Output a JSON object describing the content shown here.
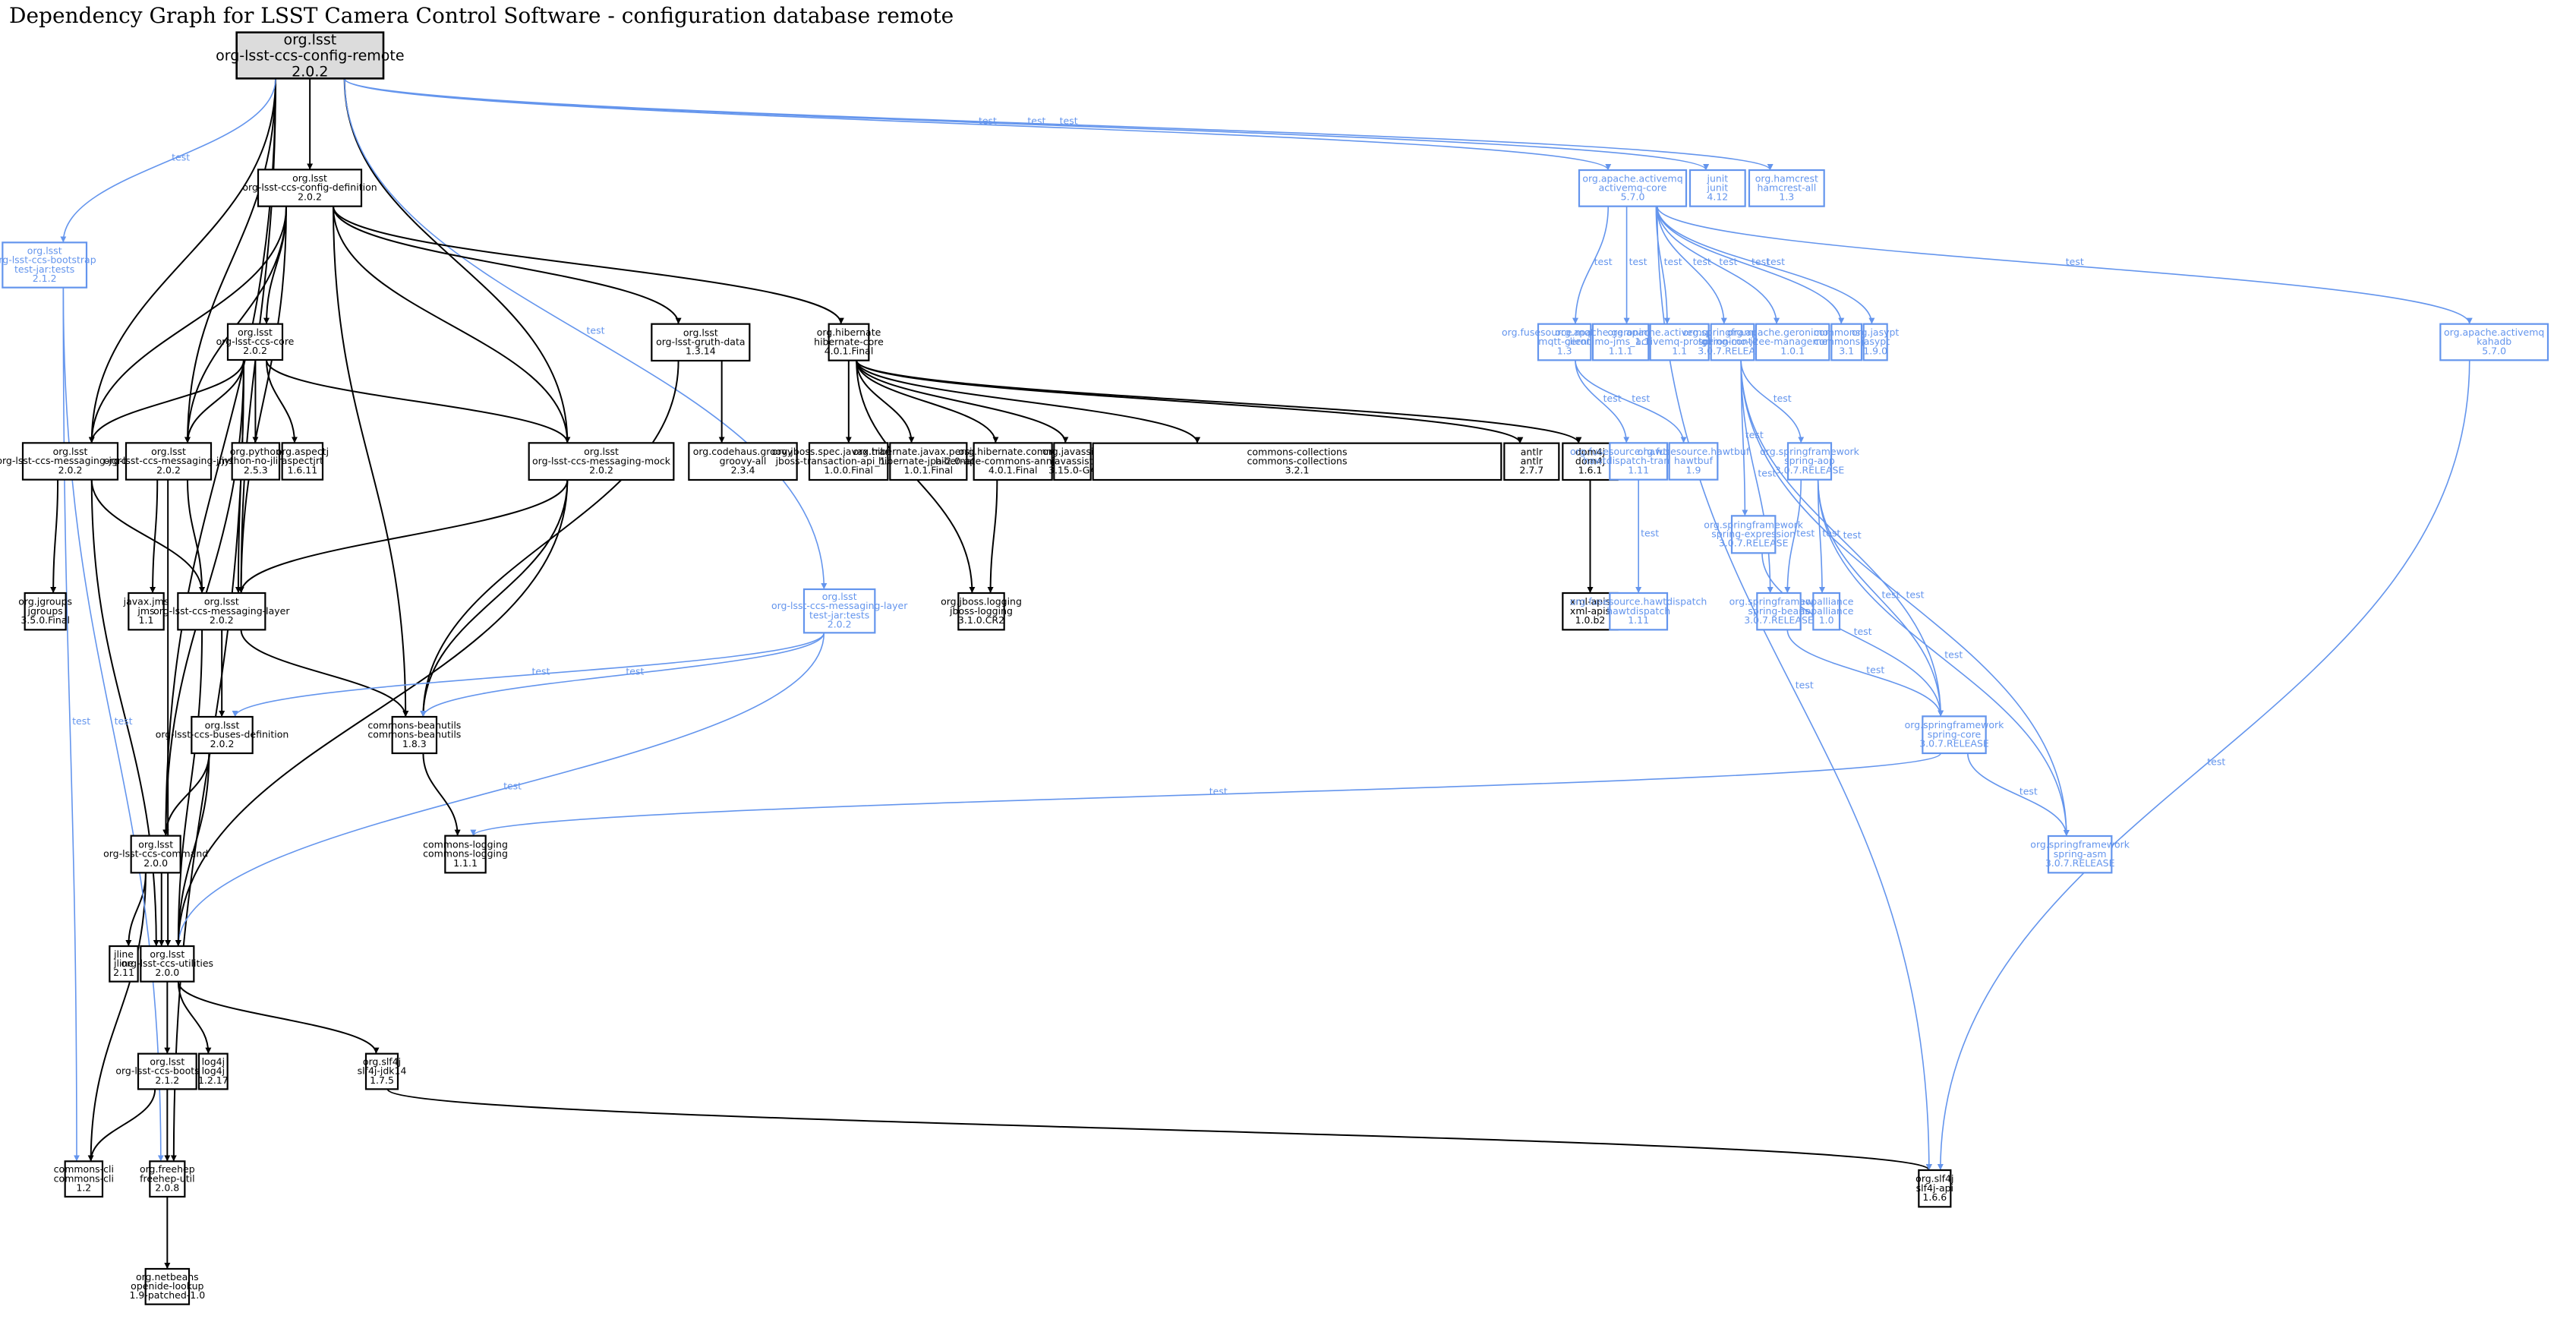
{
  "title": "Dependency Graph for LSST Camera Control Software - configuration database remote",
  "colors": {
    "compile": "#000000",
    "test": "#6495ed",
    "root_fill": "#dcdcdc"
  },
  "nodes": [
    {
      "id": "root",
      "lines": [
        "org.lsst",
        "org-lsst-ccs-config-remote",
        "2.0.2"
      ],
      "scope": "root"
    },
    {
      "id": "bootstrap-tests",
      "lines": [
        "org.lsst",
        "org-lsst-ccs-bootstrap",
        "test-jar:tests",
        "2.1.2"
      ],
      "scope": "test"
    },
    {
      "id": "config-definition",
      "lines": [
        "org.lsst",
        "org-lsst-ccs-config-definition",
        "2.0.2"
      ],
      "scope": "compile"
    },
    {
      "id": "core",
      "lines": [
        "org.lsst",
        "org-lsst-ccs-core",
        "2.0.2"
      ],
      "scope": "compile"
    },
    {
      "id": "gruth-data",
      "lines": [
        "org.lsst",
        "org-lsst-gruth-data",
        "1.3.14"
      ],
      "scope": "compile"
    },
    {
      "id": "hibernate-core",
      "lines": [
        "org.hibernate",
        "hibernate-core",
        "4.0.1.Final"
      ],
      "scope": "compile"
    },
    {
      "id": "messaging-jgroups",
      "lines": [
        "org.lsst",
        "org-lsst-ccs-messaging-jgroups",
        "2.0.2"
      ],
      "scope": "compile"
    },
    {
      "id": "messaging-jms",
      "lines": [
        "org.lsst",
        "org-lsst-ccs-messaging-jms",
        "2.0.2"
      ],
      "scope": "compile"
    },
    {
      "id": "jython",
      "lines": [
        "org.python",
        "jython-no-jline",
        "2.5.3"
      ],
      "scope": "compile"
    },
    {
      "id": "aspectjrt",
      "lines": [
        "org.aspectj",
        "aspectjrt",
        "1.6.11"
      ],
      "scope": "compile"
    },
    {
      "id": "messaging-mock",
      "lines": [
        "org.lsst",
        "org-lsst-ccs-messaging-mock",
        "2.0.2"
      ],
      "scope": "compile"
    },
    {
      "id": "groovy",
      "lines": [
        "org.codehaus.groovy",
        "groovy-all",
        "2.3.4"
      ],
      "scope": "compile"
    },
    {
      "id": "jboss-transaction",
      "lines": [
        "org.jboss.spec.javax.transaction",
        "jboss-transaction-api_1.1_spec",
        "1.0.0.Final"
      ],
      "scope": "compile"
    },
    {
      "id": "hibernate-jpa",
      "lines": [
        "org.hibernate.javax.persistence",
        "hibernate-jpa-2.0-api",
        "1.0.1.Final"
      ],
      "scope": "compile"
    },
    {
      "id": "hibernate-annotations",
      "lines": [
        "org.hibernate.common",
        "hibernate-commons-annotations",
        "4.0.1.Final"
      ],
      "scope": "compile"
    },
    {
      "id": "javassist",
      "lines": [
        "org.javassist",
        "javassist",
        "3.15.0-GA"
      ],
      "scope": "compile"
    },
    {
      "id": "commons-collections",
      "lines": [
        "commons-collections",
        "commons-collections",
        "3.2.1"
      ],
      "scope": "compile"
    },
    {
      "id": "antlr",
      "lines": [
        "antlr",
        "antlr",
        "2.7.7"
      ],
      "scope": "compile"
    },
    {
      "id": "dom4j",
      "lines": [
        "dom4j",
        "dom4j",
        "1.6.1"
      ],
      "scope": "compile"
    },
    {
      "id": "jgroups",
      "lines": [
        "org.jgroups",
        "jgroups",
        "3.5.0.Final"
      ],
      "scope": "compile"
    },
    {
      "id": "jms",
      "lines": [
        "javax.jms",
        "jms",
        "1.1"
      ],
      "scope": "compile"
    },
    {
      "id": "messaging-layer",
      "lines": [
        "org.lsst",
        "org-lsst-ccs-messaging-layer",
        "2.0.2"
      ],
      "scope": "compile"
    },
    {
      "id": "messaging-layer-tests",
      "lines": [
        "org.lsst",
        "org-lsst-ccs-messaging-layer",
        "test-jar:tests",
        "2.0.2"
      ],
      "scope": "test"
    },
    {
      "id": "jboss-logging",
      "lines": [
        "org.jboss.logging",
        "jboss-logging",
        "3.1.0.CR2"
      ],
      "scope": "compile"
    },
    {
      "id": "xml-apis",
      "lines": [
        "xml-apis",
        "xml-apis",
        "1.0.b2"
      ],
      "scope": "compile"
    },
    {
      "id": "buses-definition",
      "lines": [
        "org.lsst",
        "org-lsst-ccs-buses-definition",
        "2.0.2"
      ],
      "scope": "compile"
    },
    {
      "id": "commons-beanutils",
      "lines": [
        "commons-beanutils",
        "commons-beanutils",
        "1.8.3"
      ],
      "scope": "compile"
    },
    {
      "id": "command",
      "lines": [
        "org.lsst",
        "org-lsst-ccs-command",
        "2.0.0"
      ],
      "scope": "compile"
    },
    {
      "id": "commons-logging",
      "lines": [
        "commons-logging",
        "commons-logging",
        "1.1.1"
      ],
      "scope": "compile"
    },
    {
      "id": "jline",
      "lines": [
        "jline",
        "jline",
        "2.11"
      ],
      "scope": "compile"
    },
    {
      "id": "utilities",
      "lines": [
        "org.lsst",
        "org-lsst-ccs-utilities",
        "2.0.0"
      ],
      "scope": "compile"
    },
    {
      "id": "bootstrap",
      "lines": [
        "org.lsst",
        "org-lsst-ccs-bootstrap",
        "2.1.2"
      ],
      "scope": "compile"
    },
    {
      "id": "log4j",
      "lines": [
        "log4j",
        "log4j",
        "1.2.17"
      ],
      "scope": "compile"
    },
    {
      "id": "slf4j-jdk14",
      "lines": [
        "org.slf4j",
        "slf4j-jdk14",
        "1.7.5"
      ],
      "scope": "compile"
    },
    {
      "id": "commons-cli",
      "lines": [
        "commons-cli",
        "commons-cli",
        "1.2"
      ],
      "scope": "compile"
    },
    {
      "id": "freehep-util",
      "lines": [
        "org.freehep",
        "freehep-util",
        "2.0.8"
      ],
      "scope": "compile"
    },
    {
      "id": "openide-lookup",
      "lines": [
        "org.netbeans",
        "openide-lookup",
        "1.9-patched-1.0"
      ],
      "scope": "compile"
    },
    {
      "id": "slf4j-api",
      "lines": [
        "org.slf4j",
        "slf4j-api",
        "1.6.6"
      ],
      "scope": "compile"
    },
    {
      "id": "activemq-core",
      "lines": [
        "org.apache.activemq",
        "activemq-core",
        "5.7.0"
      ],
      "scope": "test"
    },
    {
      "id": "junit",
      "lines": [
        "junit",
        "junit",
        "4.12"
      ],
      "scope": "test"
    },
    {
      "id": "hamcrest",
      "lines": [
        "org.hamcrest",
        "hamcrest-all",
        "1.3"
      ],
      "scope": "test"
    },
    {
      "id": "mqtt-client",
      "lines": [
        "org.fusesource.mqtt-client",
        "mqtt-client",
        "1.3"
      ],
      "scope": "test"
    },
    {
      "id": "geronimo-jms",
      "lines": [
        "org.apache.geronimo.specs",
        "geronimo-jms_1.1_spec",
        "1.1.1"
      ],
      "scope": "test"
    },
    {
      "id": "activemq-protobuf",
      "lines": [
        "org.apache.activemq.protobuf",
        "activemq-protobuf",
        "1.1"
      ],
      "scope": "test"
    },
    {
      "id": "spring-context",
      "lines": [
        "org.springframework",
        "spring-context",
        "3.0.7.RELEASE"
      ],
      "scope": "test"
    },
    {
      "id": "geronimo-j2ee",
      "lines": [
        "org.apache.geronimo.specs",
        "geronimo-j2ee-management_1.1_spec",
        "1.0.1"
      ],
      "scope": "test"
    },
    {
      "id": "commons-net",
      "lines": [
        "commons-net",
        "commons-net",
        "3.1"
      ],
      "scope": "test"
    },
    {
      "id": "jasypt",
      "lines": [
        "org.jasypt",
        "jasypt",
        "1.9.0"
      ],
      "scope": "test"
    },
    {
      "id": "kahadb",
      "lines": [
        "org.apache.activemq",
        "kahadb",
        "5.7.0"
      ],
      "scope": "test"
    },
    {
      "id": "hawtdispatch-transport",
      "lines": [
        "org.fusesource.hawtdispatch",
        "hawtdispatch-transport",
        "1.11"
      ],
      "scope": "test"
    },
    {
      "id": "hawtbuf",
      "lines": [
        "org.fusesource.hawtbuf",
        "hawtbuf",
        "1.9"
      ],
      "scope": "test"
    },
    {
      "id": "spring-aop",
      "lines": [
        "org.springframework",
        "spring-aop",
        "3.0.7.RELEASE"
      ],
      "scope": "test"
    },
    {
      "id": "spring-expression",
      "lines": [
        "org.springframework",
        "spring-expression",
        "3.0.7.RELEASE"
      ],
      "scope": "test"
    },
    {
      "id": "hawtdispatch",
      "lines": [
        "org.fusesource.hawtdispatch",
        "hawtdispatch",
        "1.11"
      ],
      "scope": "test"
    },
    {
      "id": "spring-beans",
      "lines": [
        "org.springframework",
        "spring-beans",
        "3.0.7.RELEASE"
      ],
      "scope": "test"
    },
    {
      "id": "aopalliance",
      "lines": [
        "aopalliance",
        "aopalliance",
        "1.0"
      ],
      "scope": "test"
    },
    {
      "id": "spring-core",
      "lines": [
        "org.springframework",
        "spring-core",
        "3.0.7.RELEASE"
      ],
      "scope": "test"
    },
    {
      "id": "spring-asm",
      "lines": [
        "org.springframework",
        "spring-asm",
        "3.0.7.RELEASE"
      ],
      "scope": "test"
    }
  ],
  "edges": [
    {
      "from": "root",
      "to": "config-definition",
      "scope": "compile"
    },
    {
      "from": "root",
      "to": "messaging-jgroups",
      "scope": "compile"
    },
    {
      "from": "root",
      "to": "messaging-jms",
      "scope": "compile"
    },
    {
      "from": "root",
      "to": "messaging-layer",
      "scope": "compile"
    },
    {
      "from": "root",
      "to": "messaging-mock",
      "scope": "compile"
    },
    {
      "from": "root",
      "to": "command",
      "scope": "compile"
    },
    {
      "from": "root",
      "to": "bootstrap-tests",
      "scope": "test",
      "label": "test"
    },
    {
      "from": "root",
      "to": "messaging-layer-tests",
      "scope": "test",
      "label": "test"
    },
    {
      "from": "root",
      "to": "activemq-core",
      "scope": "test",
      "label": "test"
    },
    {
      "from": "root",
      "to": "junit",
      "scope": "test",
      "label": "test"
    },
    {
      "from": "root",
      "to": "hamcrest",
      "scope": "test",
      "label": "test"
    },
    {
      "from": "config-definition",
      "to": "core",
      "scope": "compile"
    },
    {
      "from": "config-definition",
      "to": "gruth-data",
      "scope": "compile"
    },
    {
      "from": "config-definition",
      "to": "hibernate-core",
      "scope": "compile"
    },
    {
      "from": "config-definition",
      "to": "messaging-jgroups",
      "scope": "compile"
    },
    {
      "from": "config-definition",
      "to": "messaging-jms",
      "scope": "compile"
    },
    {
      "from": "config-definition",
      "to": "messaging-mock",
      "scope": "compile"
    },
    {
      "from": "config-definition",
      "to": "messaging-layer",
      "scope": "compile"
    },
    {
      "from": "config-definition",
      "to": "commons-beanutils",
      "scope": "compile"
    },
    {
      "from": "core",
      "to": "messaging-jgroups",
      "scope": "compile"
    },
    {
      "from": "core",
      "to": "messaging-jms",
      "scope": "compile"
    },
    {
      "from": "core",
      "to": "jython",
      "scope": "compile"
    },
    {
      "from": "core",
      "to": "aspectjrt",
      "scope": "compile"
    },
    {
      "from": "core",
      "to": "messaging-mock",
      "scope": "compile"
    },
    {
      "from": "core",
      "to": "messaging-layer",
      "scope": "compile"
    },
    {
      "from": "core",
      "to": "command",
      "scope": "compile"
    },
    {
      "from": "core",
      "to": "freehep-util",
      "scope": "compile"
    },
    {
      "from": "gruth-data",
      "to": "groovy",
      "scope": "compile"
    },
    {
      "from": "gruth-data",
      "to": "commons-beanutils",
      "scope": "compile"
    },
    {
      "from": "hibernate-core",
      "to": "jboss-transaction",
      "scope": "compile"
    },
    {
      "from": "hibernate-core",
      "to": "hibernate-jpa",
      "scope": "compile"
    },
    {
      "from": "hibernate-core",
      "to": "hibernate-annotations",
      "scope": "compile"
    },
    {
      "from": "hibernate-core",
      "to": "javassist",
      "scope": "compile"
    },
    {
      "from": "hibernate-core",
      "to": "commons-collections",
      "scope": "compile"
    },
    {
      "from": "hibernate-core",
      "to": "antlr",
      "scope": "compile"
    },
    {
      "from": "hibernate-core",
      "to": "dom4j",
      "scope": "compile"
    },
    {
      "from": "hibernate-core",
      "to": "jboss-logging",
      "scope": "compile"
    },
    {
      "from": "hibernate-annotations",
      "to": "jboss-logging",
      "scope": "compile"
    },
    {
      "from": "dom4j",
      "to": "xml-apis",
      "scope": "compile"
    },
    {
      "from": "messaging-jgroups",
      "to": "jgroups",
      "scope": "compile"
    },
    {
      "from": "messaging-jgroups",
      "to": "messaging-layer",
      "scope": "compile"
    },
    {
      "from": "messaging-jgroups",
      "to": "utilities",
      "scope": "compile"
    },
    {
      "from": "messaging-jms",
      "to": "jms",
      "scope": "compile"
    },
    {
      "from": "messaging-jms",
      "to": "messaging-layer",
      "scope": "compile"
    },
    {
      "from": "messaging-jms",
      "to": "utilities",
      "scope": "compile"
    },
    {
      "from": "messaging-mock",
      "to": "messaging-layer",
      "scope": "compile"
    },
    {
      "from": "messaging-mock",
      "to": "commons-beanutils",
      "scope": "compile"
    },
    {
      "from": "messaging-mock",
      "to": "utilities",
      "scope": "compile"
    },
    {
      "from": "messaging-layer",
      "to": "buses-definition",
      "scope": "compile"
    },
    {
      "from": "messaging-layer",
      "to": "commons-beanutils",
      "scope": "compile"
    },
    {
      "from": "messaging-layer",
      "to": "utilities",
      "scope": "compile"
    },
    {
      "from": "messaging-layer-tests",
      "to": "buses-definition",
      "scope": "test",
      "label": "test"
    },
    {
      "from": "messaging-layer-tests",
      "to": "commons-beanutils",
      "scope": "test",
      "label": "test"
    },
    {
      "from": "messaging-layer-tests",
      "to": "utilities",
      "scope": "test",
      "label": "test"
    },
    {
      "from": "buses-definition",
      "to": "command",
      "scope": "compile"
    },
    {
      "from": "buses-definition",
      "to": "utilities",
      "scope": "compile"
    },
    {
      "from": "commons-beanutils",
      "to": "commons-logging",
      "scope": "compile"
    },
    {
      "from": "command",
      "to": "jline",
      "scope": "compile"
    },
    {
      "from": "command",
      "to": "utilities",
      "scope": "compile"
    },
    {
      "from": "command",
      "to": "commons-cli",
      "scope": "compile"
    },
    {
      "from": "utilities",
      "to": "bootstrap",
      "scope": "compile"
    },
    {
      "from": "utilities",
      "to": "log4j",
      "scope": "compile"
    },
    {
      "from": "utilities",
      "to": "slf4j-jdk14",
      "scope": "compile"
    },
    {
      "from": "bootstrap",
      "to": "commons-cli",
      "scope": "compile"
    },
    {
      "from": "bootstrap",
      "to": "freehep-util",
      "scope": "compile"
    },
    {
      "from": "freehep-util",
      "to": "openide-lookup",
      "scope": "compile"
    },
    {
      "from": "slf4j-jdk14",
      "to": "slf4j-api",
      "scope": "compile"
    },
    {
      "from": "bootstrap-tests",
      "to": "commons-cli",
      "scope": "test",
      "label": "test"
    },
    {
      "from": "bootstrap-tests",
      "to": "freehep-util",
      "scope": "test",
      "label": "test"
    },
    {
      "from": "activemq-core",
      "to": "mqtt-client",
      "scope": "test",
      "label": "test"
    },
    {
      "from": "activemq-core",
      "to": "geronimo-jms",
      "scope": "test",
      "label": "test"
    },
    {
      "from": "activemq-core",
      "to": "activemq-protobuf",
      "scope": "test",
      "label": "test"
    },
    {
      "from": "activemq-core",
      "to": "spring-context",
      "scope": "test",
      "label": "test"
    },
    {
      "from": "activemq-core",
      "to": "geronimo-j2ee",
      "scope": "test",
      "label": "test"
    },
    {
      "from": "activemq-core",
      "to": "commons-net",
      "scope": "test",
      "label": "test"
    },
    {
      "from": "activemq-core",
      "to": "jasypt",
      "scope": "test",
      "label": "test"
    },
    {
      "from": "activemq-core",
      "to": "kahadb",
      "scope": "test",
      "label": "test"
    },
    {
      "from": "activemq-core",
      "to": "slf4j-api",
      "scope": "test",
      "label": "test"
    },
    {
      "from": "mqtt-client",
      "to": "hawtdispatch-transport",
      "scope": "test",
      "label": "test"
    },
    {
      "from": "mqtt-client",
      "to": "hawtbuf",
      "scope": "test",
      "label": "test"
    },
    {
      "from": "hawtdispatch-transport",
      "to": "hawtdispatch",
      "scope": "test",
      "label": "test"
    },
    {
      "from": "spring-context",
      "to": "spring-aop",
      "scope": "test",
      "label": "test"
    },
    {
      "from": "spring-context",
      "to": "spring-expression",
      "scope": "test",
      "label": "test"
    },
    {
      "from": "spring-context",
      "to": "spring-beans",
      "scope": "test",
      "label": "test"
    },
    {
      "from": "spring-context",
      "to": "spring-core",
      "scope": "test",
      "label": "test"
    },
    {
      "from": "spring-context",
      "to": "spring-asm",
      "scope": "test",
      "label": "test"
    },
    {
      "from": "spring-aop",
      "to": "spring-beans",
      "scope": "test",
      "label": "test"
    },
    {
      "from": "spring-aop",
      "to": "aopalliance",
      "scope": "test",
      "label": "test"
    },
    {
      "from": "spring-aop",
      "to": "spring-core",
      "scope": "test",
      "label": "test"
    },
    {
      "from": "spring-aop",
      "to": "spring-asm",
      "scope": "test",
      "label": "test"
    },
    {
      "from": "spring-expression",
      "to": "spring-core",
      "scope": "test",
      "label": "test"
    },
    {
      "from": "spring-beans",
      "to": "spring-core",
      "scope": "test",
      "label": "test"
    },
    {
      "from": "spring-core",
      "to": "commons-logging",
      "scope": "test",
      "label": "test"
    },
    {
      "from": "spring-core",
      "to": "spring-asm",
      "scope": "test",
      "label": "test"
    },
    {
      "from": "kahadb",
      "to": "slf4j-api",
      "scope": "test",
      "label": "test"
    }
  ]
}
